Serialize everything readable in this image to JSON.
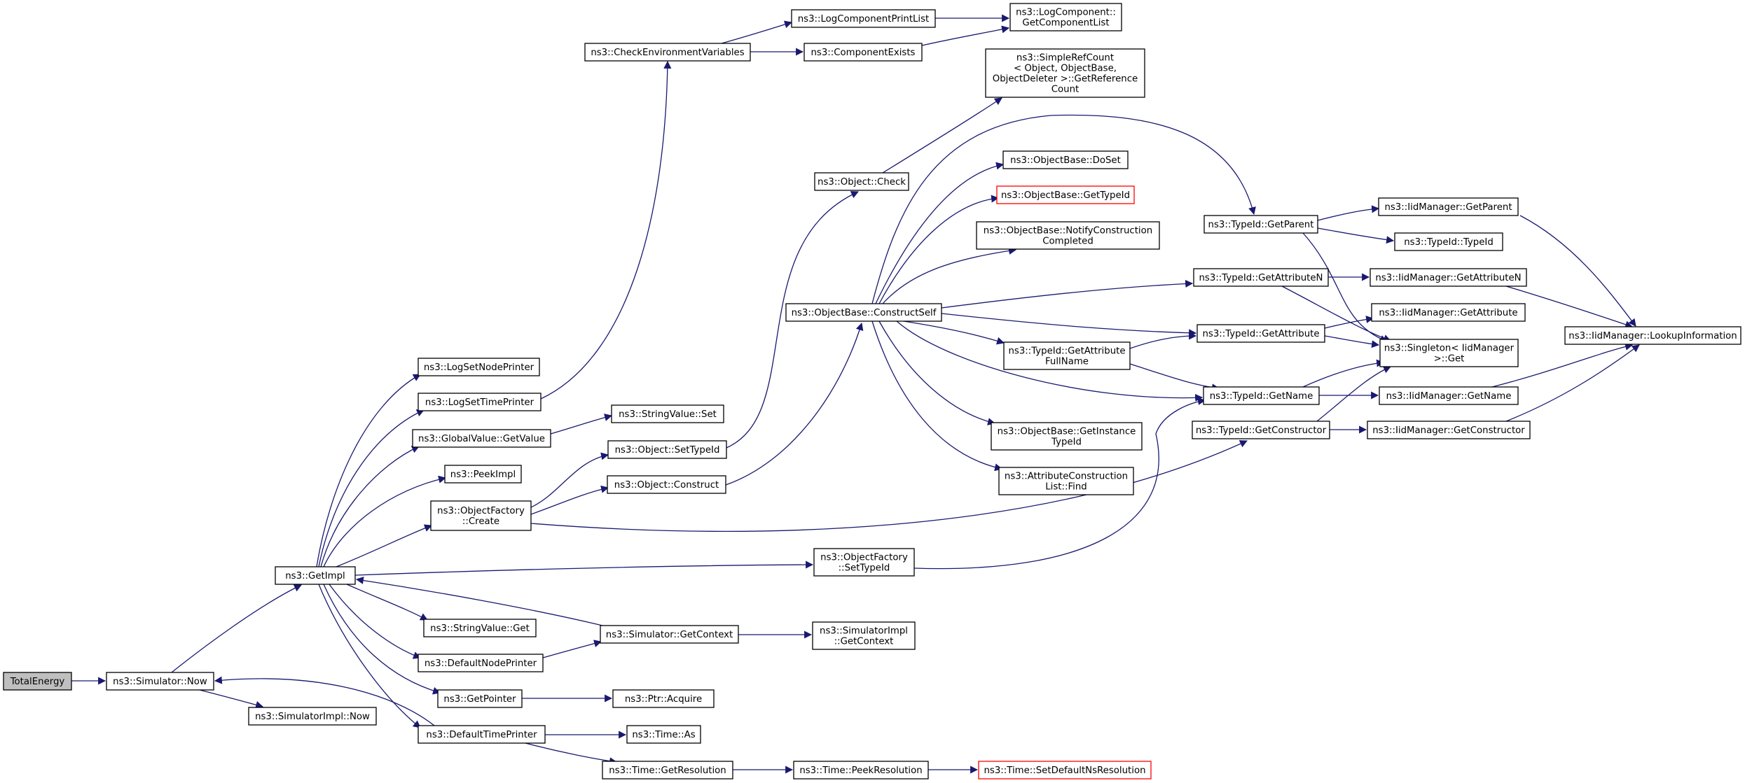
{
  "colors": {
    "edge": "#191970",
    "node_border": "#000000",
    "node_fill": "#ffffff",
    "root_fill": "#bfbfbf",
    "truncated_border": "#ff0000"
  },
  "nodes": [
    {
      "id": "total_energy",
      "label": [
        "TotalEnergy"
      ],
      "style": "root"
    },
    {
      "id": "simulator_now",
      "label": [
        "ns3::Simulator::Now"
      ]
    },
    {
      "id": "get_impl",
      "label": [
        "ns3::GetImpl"
      ]
    },
    {
      "id": "simulator_impl_now",
      "label": [
        "ns3::SimulatorImpl::Now"
      ]
    },
    {
      "id": "log_set_node_printer",
      "label": [
        "ns3::LogSetNodePrinter"
      ]
    },
    {
      "id": "log_set_time_printer",
      "label": [
        "ns3::LogSetTimePrinter"
      ]
    },
    {
      "id": "global_value_get_value",
      "label": [
        "ns3::GlobalValue::GetValue"
      ]
    },
    {
      "id": "peek_impl",
      "label": [
        "ns3::PeekImpl"
      ]
    },
    {
      "id": "object_factory_create",
      "label": [
        "ns3::ObjectFactory",
        "::Create"
      ]
    },
    {
      "id": "string_value_get",
      "label": [
        "ns3::StringValue::Get"
      ]
    },
    {
      "id": "default_node_printer",
      "label": [
        "ns3::DefaultNodePrinter"
      ]
    },
    {
      "id": "get_pointer",
      "label": [
        "ns3::GetPointer"
      ]
    },
    {
      "id": "default_time_printer",
      "label": [
        "ns3::DefaultTimePrinter"
      ]
    },
    {
      "id": "check_env_vars",
      "label": [
        "ns3::CheckEnvironmentVariables"
      ]
    },
    {
      "id": "log_component_print_list",
      "label": [
        "ns3::LogComponentPrintList"
      ]
    },
    {
      "id": "component_exists",
      "label": [
        "ns3::ComponentExists"
      ]
    },
    {
      "id": "log_component_get_list",
      "label": [
        "ns3::LogComponent::",
        "GetComponentList"
      ]
    },
    {
      "id": "string_value_set",
      "label": [
        "ns3::StringValue::Set"
      ]
    },
    {
      "id": "object_set_type_id",
      "label": [
        "ns3::Object::SetTypeId"
      ]
    },
    {
      "id": "object_construct",
      "label": [
        "ns3::Object::Construct"
      ]
    },
    {
      "id": "object_factory_set_type_id",
      "label": [
        "ns3::ObjectFactory",
        "::SetTypeId"
      ]
    },
    {
      "id": "simulator_get_context",
      "label": [
        "ns3::Simulator::GetContext"
      ]
    },
    {
      "id": "simulator_impl_get_context",
      "label": [
        "ns3::SimulatorImpl",
        "::GetContext"
      ]
    },
    {
      "id": "ptr_acquire",
      "label": [
        "ns3::Ptr::Acquire"
      ]
    },
    {
      "id": "time_as",
      "label": [
        "ns3::Time::As"
      ]
    },
    {
      "id": "time_get_resolution",
      "label": [
        "ns3::Time::GetResolution"
      ]
    },
    {
      "id": "time_peek_resolution",
      "label": [
        "ns3::Time::PeekResolution"
      ]
    },
    {
      "id": "time_set_default_ns_resolution",
      "label": [
        "ns3::Time::SetDefaultNsResolution"
      ],
      "style": "truncated"
    },
    {
      "id": "object_check",
      "label": [
        "ns3::Object::Check"
      ]
    },
    {
      "id": "simple_ref_count",
      "label": [
        "ns3::SimpleRefCount",
        "< Object, ObjectBase,",
        "ObjectDeleter >::GetReference",
        "Count"
      ]
    },
    {
      "id": "object_base_construct_self",
      "label": [
        "ns3::ObjectBase::ConstructSelf"
      ]
    },
    {
      "id": "object_base_do_set",
      "label": [
        "ns3::ObjectBase::DoSet"
      ]
    },
    {
      "id": "object_base_get_type_id",
      "label": [
        "ns3::ObjectBase::GetTypeId"
      ],
      "style": "truncated"
    },
    {
      "id": "object_base_notify",
      "label": [
        "ns3::ObjectBase::NotifyConstruction",
        "Completed"
      ]
    },
    {
      "id": "type_id_get_attribute_full_name",
      "label": [
        "ns3::TypeId::GetAttribute",
        "FullName"
      ]
    },
    {
      "id": "object_base_get_instance_type_id",
      "label": [
        "ns3::ObjectBase::GetInstance",
        "TypeId"
      ]
    },
    {
      "id": "attribute_construction_list_find",
      "label": [
        "ns3::AttributeConstruction",
        "List::Find"
      ]
    },
    {
      "id": "type_id_get_parent",
      "label": [
        "ns3::TypeId::GetParent"
      ]
    },
    {
      "id": "type_id_get_attribute_n",
      "label": [
        "ns3::TypeId::GetAttributeN"
      ]
    },
    {
      "id": "type_id_get_attribute",
      "label": [
        "ns3::TypeId::GetAttribute"
      ]
    },
    {
      "id": "type_id_get_name",
      "label": [
        "ns3::TypeId::GetName"
      ]
    },
    {
      "id": "type_id_get_constructor",
      "label": [
        "ns3::TypeId::GetConstructor"
      ]
    },
    {
      "id": "iid_manager_get_parent",
      "label": [
        "ns3::IidManager::GetParent"
      ]
    },
    {
      "id": "type_id_type_id",
      "label": [
        "ns3::TypeId::TypeId"
      ]
    },
    {
      "id": "iid_manager_get_attribute_n",
      "label": [
        "ns3::IidManager::GetAttributeN"
      ]
    },
    {
      "id": "iid_manager_get_attribute",
      "label": [
        "ns3::IidManager::GetAttribute"
      ]
    },
    {
      "id": "singleton_get",
      "label": [
        "ns3::Singleton< IidManager",
        ">::Get"
      ]
    },
    {
      "id": "iid_manager_get_name",
      "label": [
        "ns3::IidManager::GetName"
      ]
    },
    {
      "id": "iid_manager_get_constructor",
      "label": [
        "ns3::IidManager::GetConstructor"
      ]
    },
    {
      "id": "iid_manager_lookup_information",
      "label": [
        "ns3::IidManager::LookupInformation"
      ]
    }
  ]
}
